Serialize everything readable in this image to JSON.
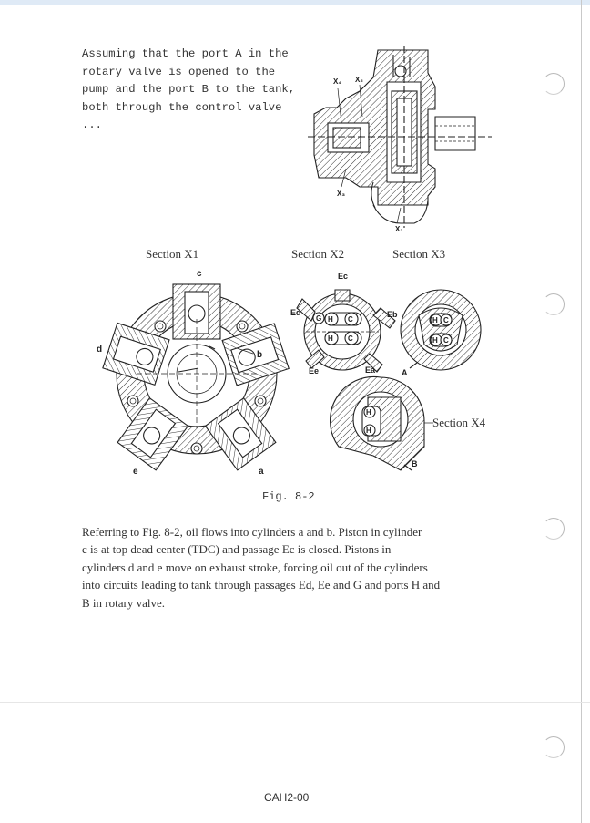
{
  "intro_text": "Assuming that the port A in the\nrotary valve is opened to the\npump and the port B to the tank,\nboth through the control valve ...",
  "top_figure": {
    "labels": {
      "x4": "X₄",
      "x2": "X₂",
      "x3": "X₃",
      "x1": "X₁"
    }
  },
  "section_titles": {
    "x1": "Section X1",
    "x2": "Section X2",
    "x3": "Section X3",
    "x4": "Section X4"
  },
  "section_x1_labels": {
    "c": "c",
    "d": "d",
    "b": "b",
    "e": "e",
    "a": "a"
  },
  "section_x2_labels": {
    "ec": "Ec",
    "ed": "Ed",
    "eb": "Eb",
    "ee": "Ee",
    "ea": "Ea",
    "g": "G",
    "h1": "H",
    "h2": "H",
    "c1": "C",
    "c2": "C"
  },
  "section_x3_labels": {
    "a": "A",
    "h1": "H",
    "h2": "H",
    "c1": "C",
    "c2": "C"
  },
  "section_x4_labels": {
    "h1": "H",
    "h2": "H",
    "b": "B"
  },
  "figure_caption": "Fig. 8-2",
  "body_text": "Referring to Fig. 8-2, oil flows into cylinders a and b.  Piston in cylinder\nc is at top dead center (TDC) and passage Ec is closed.   Pistons in\ncylinders d and e move on exhaust stroke, forcing oil out of the cylinders\ninto circuits leading to tank through passages Ed, Ee and G and ports H and\nB in rotary valve.",
  "footer_code": "CAH2-00"
}
